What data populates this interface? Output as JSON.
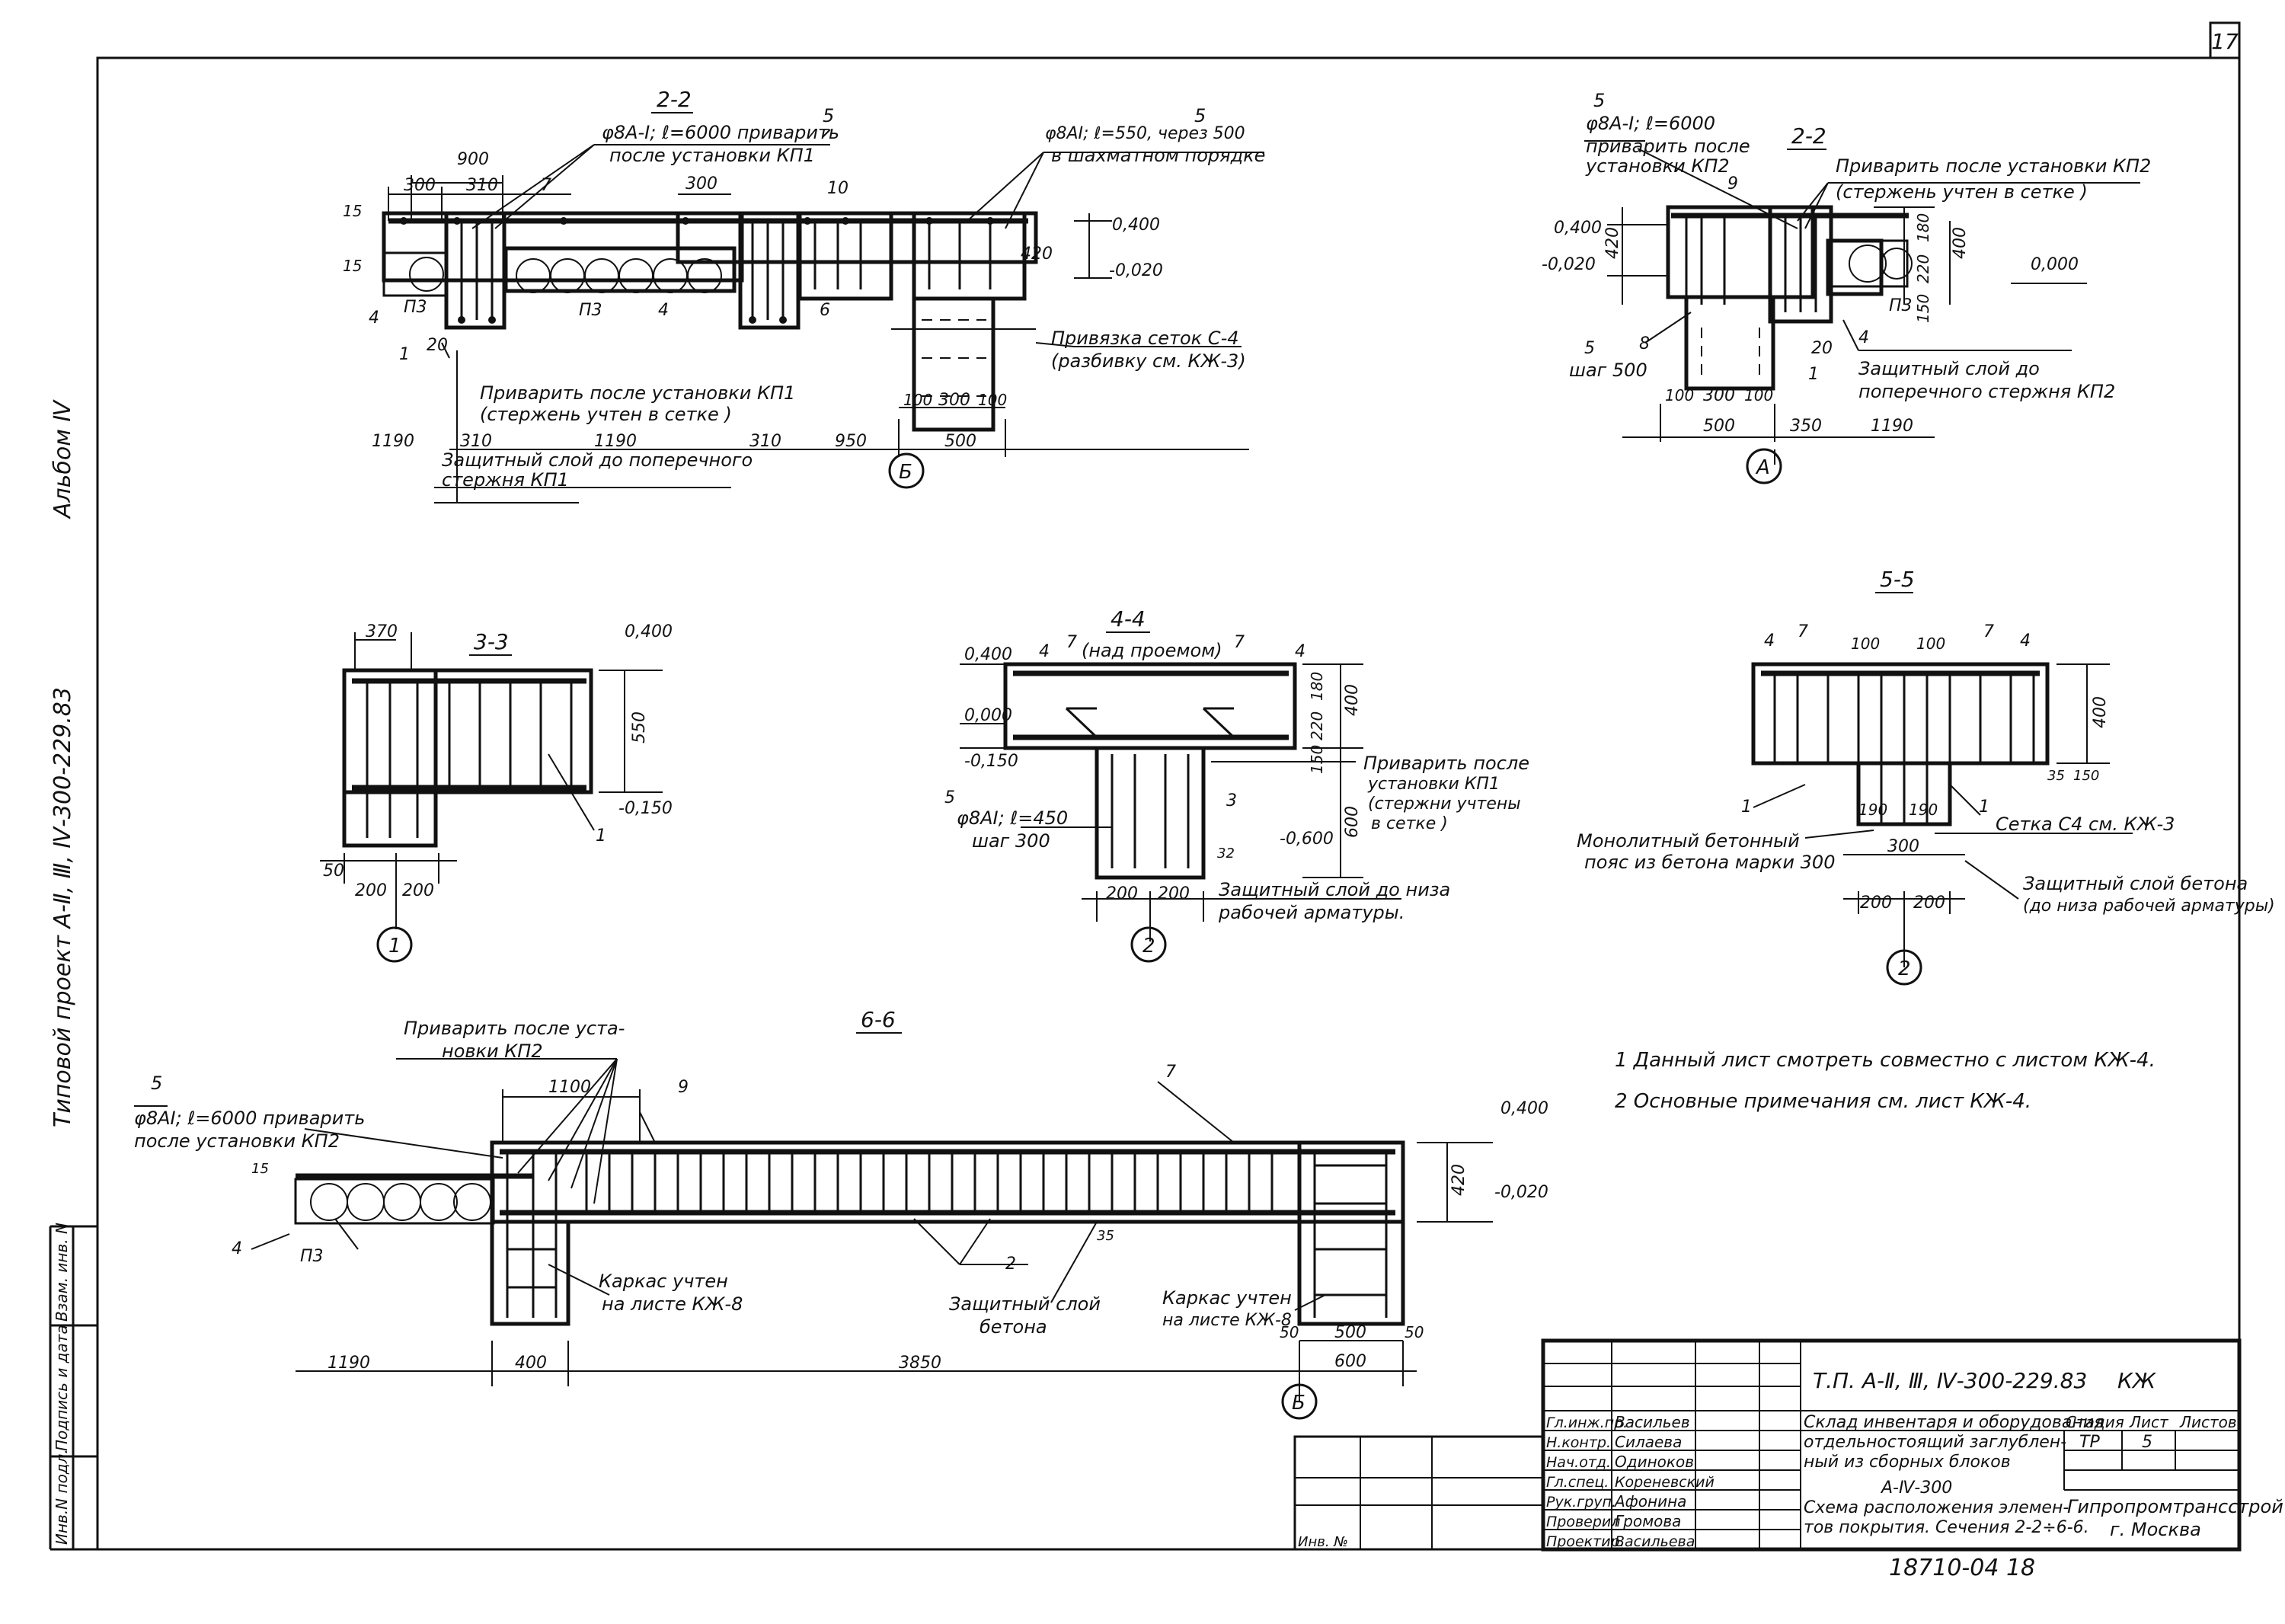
{
  "sheet_number": "17",
  "side_labels": {
    "album": "Альбом Ⅳ",
    "project": "Типовой проект А-Ⅱ, Ⅲ, Ⅳ-300-229.83"
  },
  "left_stamp": [
    "Инв.N подл.",
    "Подпись и дата",
    "Взам. инв. N"
  ],
  "section_2_2_left": {
    "title": "2-2",
    "note_rebar1_num": "5",
    "note_rebar1_line1": "φ8А-I; ℓ=6000 приварить",
    "note_rebar1_line2": "после установки КП1",
    "note_rebar2_num": "5",
    "note_rebar2_line1": "φ8АI; ℓ=550, через 500",
    "note_rebar2_line2": "в шахматном порядке",
    "dim_900": "900",
    "dim_300a": "300",
    "dim_310a": "310",
    "dim_300b": "300",
    "dim_15a": "15",
    "dim_15b": "15",
    "dim_420": "420",
    "lvl_top": "0,400",
    "lvl_bot": "-0,020",
    "mark_7": "7",
    "mark_10": "10",
    "mark_4a": "4",
    "mark_4b": "4",
    "mark_6": "6",
    "mark_1": "1",
    "mark_p3a": "П3",
    "mark_p3b": "П3",
    "dim_20": "20",
    "weld_line1": "Приварить после установки КП1",
    "weld_line2": "(стержень учтен в сетке )",
    "mesh_line1": "Привязка сеток С-4",
    "mesh_line2": "(разбивку см. КЖ-3)",
    "dim_100a": "100",
    "dim_300c": "300",
    "dim_100b": "100",
    "dim_1190a": "1190",
    "dim_310b": "310",
    "dim_1190b": "1190",
    "dim_310c": "310",
    "dim_950": "950",
    "dim_500": "500",
    "cover_line1": "Защитный слой до поперечного",
    "cover_line2": "стержня КП1",
    "axis": "Б"
  },
  "section_2_2_right": {
    "title": "2-2",
    "note_num": "5",
    "note_line1": "φ8А-I; ℓ=6000",
    "note_line2": "приварить после",
    "note_line3": "установки КП2",
    "mark_9": "9",
    "weld_line1": "Приварить после установки КП2",
    "weld_line2": "(стержень учтен в сетке )",
    "lvl_top": "0,400",
    "lvl_mid": "-0,020",
    "lvl_right": "0,000",
    "dim_420": "420",
    "dim_180": "180",
    "dim_220": "220",
    "dim_150": "150",
    "dim_400": "400",
    "mark_p3": "П3",
    "mark_4": "4",
    "mark_5": "5",
    "step": "шаг 500",
    "mark_8": "8",
    "mark_1": "1",
    "dim_20": "20",
    "cover_line1": "Защитный слой до",
    "cover_line2": "поперечного стержня КП2",
    "dim_100": "100",
    "dim_300": "300",
    "dim_100b": "100",
    "dim_500": "500",
    "dim_350": "350",
    "dim_1190": "1190",
    "axis": "А"
  },
  "section_3_3": {
    "title": "3-3",
    "dim_370": "370",
    "lvl_top": "0,400",
    "dim_550": "550",
    "lvl_bot": "-0,150",
    "mark_1": "1",
    "dim_50": "50",
    "dim_200a": "200",
    "dim_200b": "200",
    "axis": "1"
  },
  "section_4_4": {
    "title": "4-4",
    "subtitle": "(над проемом)",
    "mark_7a": "7",
    "mark_7b": "7",
    "mark_4a": "4",
    "mark_4b": "4",
    "lvl_400": "0,400",
    "lvl_000": "0,000",
    "lvl_150": "-0,150",
    "dim_180": "180",
    "dim_220": "220",
    "dim_150": "150",
    "dim_400": "400",
    "dim_600": "600",
    "weld_line1": "Приварить после",
    "weld_line2": "установки КП1",
    "weld_line3": "(стержни учтены",
    "weld_line4": "в сетке )",
    "mark_5": "5",
    "rebar_line1": "φ8АI; ℓ=450",
    "rebar_line2": "шаг 300",
    "mark_3": "3",
    "lvl_600": "-0,600",
    "dim_32": "32",
    "cover_line1": "Защитный слой до низа",
    "cover_line2": "рабочей арматуры.",
    "dim_200a": "200",
    "dim_200b": "200",
    "axis": "2"
  },
  "section_5_5": {
    "title": "5-5",
    "mark_4a": "4",
    "mark_7a": "7",
    "dim_100a": "100",
    "dim_100b": "100",
    "mark_7b": "7",
    "mark_4b": "4",
    "dim_400": "400",
    "dim_35": "35",
    "dim_150": "150",
    "mark_1a": "1",
    "mark_1b": "1",
    "dim_190a": "190",
    "dim_190b": "190",
    "dim_300": "300",
    "belt_line1": "Монолитный бетонный",
    "belt_line2": "пояс из бетона марки 300",
    "mesh": "Сетка С4 см. КЖ-3",
    "cover_line1": "Защитный слой бетона",
    "cover_line2": "(до низа рабочей арматуры)",
    "dim_200a": "200",
    "dim_200b": "200",
    "axis": "2"
  },
  "section_6_6": {
    "title": "6-6",
    "weld_line1": "Приварить после уста-",
    "weld_line2": "новки КП2",
    "note_num": "5",
    "note_line1": "φ8АI; ℓ=6000 приварить",
    "note_line2": "после установки КП2",
    "dim_1100": "1100",
    "mark_9": "9",
    "mark_7": "7",
    "lvl_top": "0,400",
    "lvl_bot": "-0,020",
    "dim_420": "420",
    "dim_15": "15",
    "mark_4": "4",
    "mark_p3": "П3",
    "mark_2": "2",
    "dim_35": "35",
    "frame1_line1": "Каркас учтен",
    "frame1_line2": "на листе КЖ-8",
    "cover_line1": "Защитный слой",
    "cover_line2": "бетона",
    "frame2_line1": "Каркас учтен",
    "frame2_line2": "на листе КЖ-8",
    "dim_50a": "50",
    "dim_500": "500",
    "dim_50b": "50",
    "dim_1190": "1190",
    "dim_400": "400",
    "dim_3850": "3850",
    "dim_600": "600",
    "axis": "Б"
  },
  "notes": [
    "1  Данный лист смотреть совместно с листом КЖ-4.",
    "2  Основные примечания см. лист КЖ-4."
  ],
  "title_block": {
    "code": "Т.П. А-Ⅱ, Ⅲ, Ⅳ-300-229.83",
    "mark": "КЖ",
    "roles": [
      "Гл.инж.пр.",
      "Н.контр.",
      "Нач.отд.",
      "Гл.спец.",
      "Рук.груп.",
      "Проверил",
      "Проектир."
    ],
    "names": [
      "Васильев",
      "Силаева",
      "Одиноков",
      "Кореневский",
      "Афонина",
      "Громова",
      "Васильева"
    ],
    "desc_line1": "Склад инвентаря и оборудования",
    "desc_line2": "отдельностоящий заглублен-",
    "desc_line3": "ный из сборных блоков",
    "desc_line4": "А-Ⅳ-300",
    "desc_line5": "Схема расположения элемен-",
    "desc_line6": "тов покрытия. Сечения 2-2÷6-6.",
    "stage_hdr": "Стадия",
    "sheet_hdr": "Лист",
    "sheets_hdr": "Листов",
    "stage": "ТР",
    "sheet": "5",
    "sheets": "",
    "org_line1": "Гипропромтрансстрой",
    "org_line2": "г. Москва",
    "inv": "Инв. №",
    "archive": "18710-04  18"
  }
}
